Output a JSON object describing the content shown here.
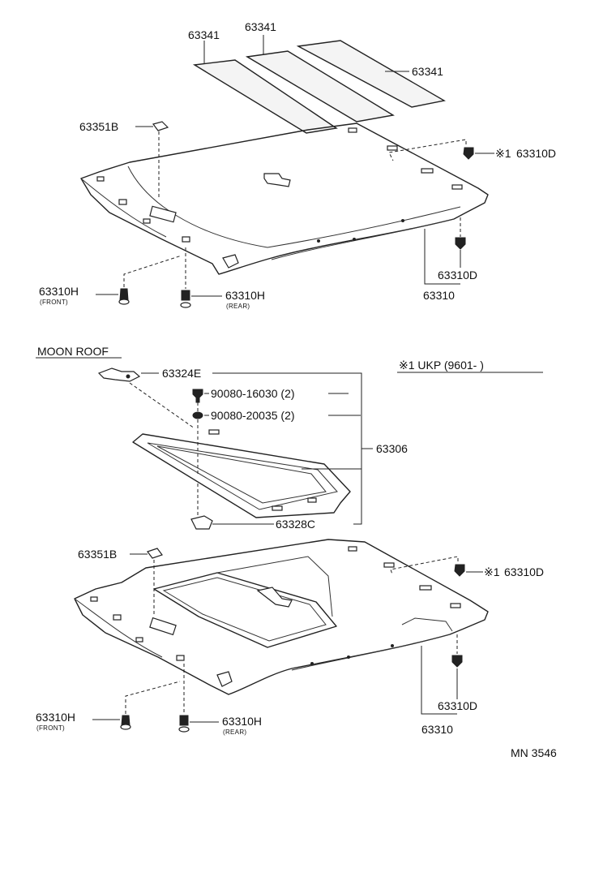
{
  "labels": {
    "pad_a": "63341",
    "pad_b": "63341",
    "pad_c": "63341",
    "cover_top": "63351B",
    "clip_d_top_mark": "※1",
    "clip_d_top": "63310D",
    "clip_d_top_low": "63310D",
    "headlining_top": "63310",
    "clip_h_front_top": "63310H",
    "clip_h_front_top_sub": "(FRONT)",
    "clip_h_rear_top": "63310H",
    "clip_h_rear_top_sub": "(REAR)",
    "moon_roof": "MOON ROOF",
    "note": "※1 UKP (9601-        )",
    "holder": "63324E",
    "screw": "90080-16030 (2)",
    "nut": "90080-20035 (2)",
    "trim_assy": "63306",
    "clip_c": "63328C",
    "cover_bottom": "63351B",
    "clip_d_bot_mark": "※1",
    "clip_d_bot": "63310D",
    "clip_h_front_bot": "63310H",
    "clip_h_front_bot_sub": "(FRONT)",
    "clip_h_rear_bot": "63310H",
    "clip_h_rear_bot_sub": "(REAR)",
    "clip_d_bot_low": "63310D",
    "headlining_bot": "63310",
    "code": "MN 3546"
  }
}
